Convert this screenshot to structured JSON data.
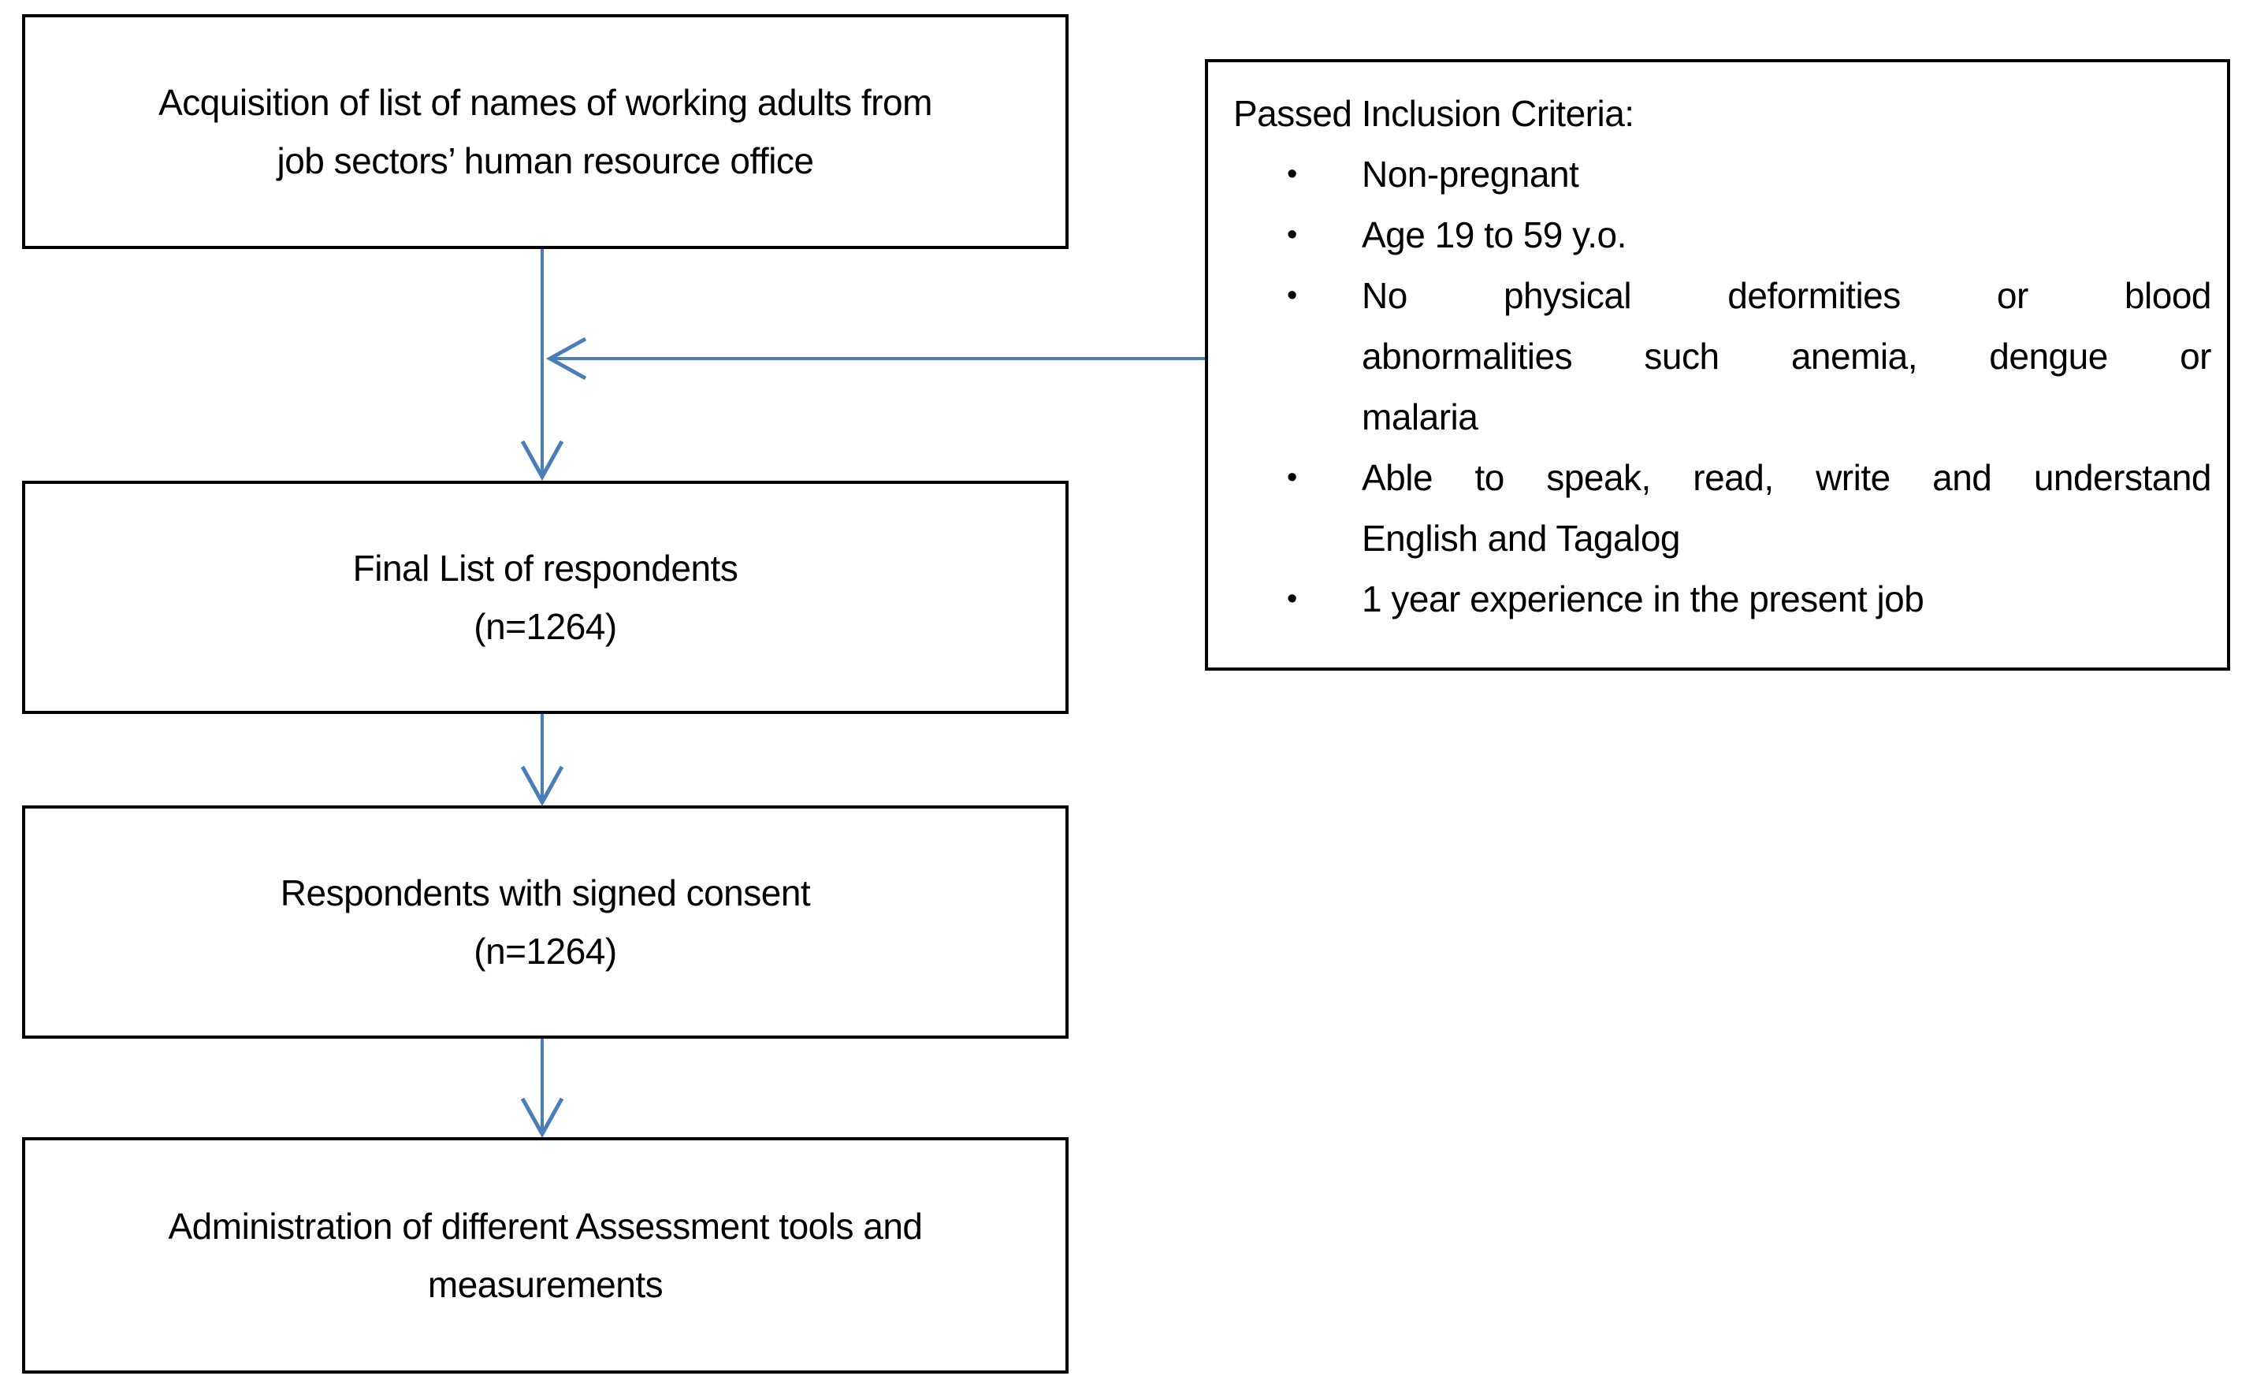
{
  "boxes": {
    "acquisition": {
      "line1": "Acquisition of list of names of working adults from",
      "line2": "job sectors’ human resource office"
    },
    "final_list": {
      "line1": "Final List of respondents",
      "line2": "(n=1264)"
    },
    "consent": {
      "line1": "Respondents with signed consent",
      "line2": "(n=1264)"
    },
    "administration": {
      "line1": "Administration of different Assessment tools and",
      "line2": "measurements"
    }
  },
  "criteria": {
    "title": "Passed Inclusion Criteria:",
    "bullet": "•",
    "items": {
      "non_pregnant": {
        "line1": "Non-pregnant"
      },
      "age": {
        "line1": "Age 19 to 59 y.o."
      },
      "deformities": {
        "line1": "No physical deformities or blood",
        "line2": "abnormalities such anemia, dengue or",
        "line3": "malaria"
      },
      "language": {
        "line1": "Able to speak, read, write and understand",
        "line2": "English and Tagalog"
      },
      "experience": {
        "line1": "1 year experience in the present job"
      }
    }
  },
  "counts": {
    "respondents": "1264"
  },
  "colors": {
    "arrow_blue": "#4a7ebb",
    "box_border": "#000000",
    "text": "#000000",
    "background": "#ffffff"
  }
}
